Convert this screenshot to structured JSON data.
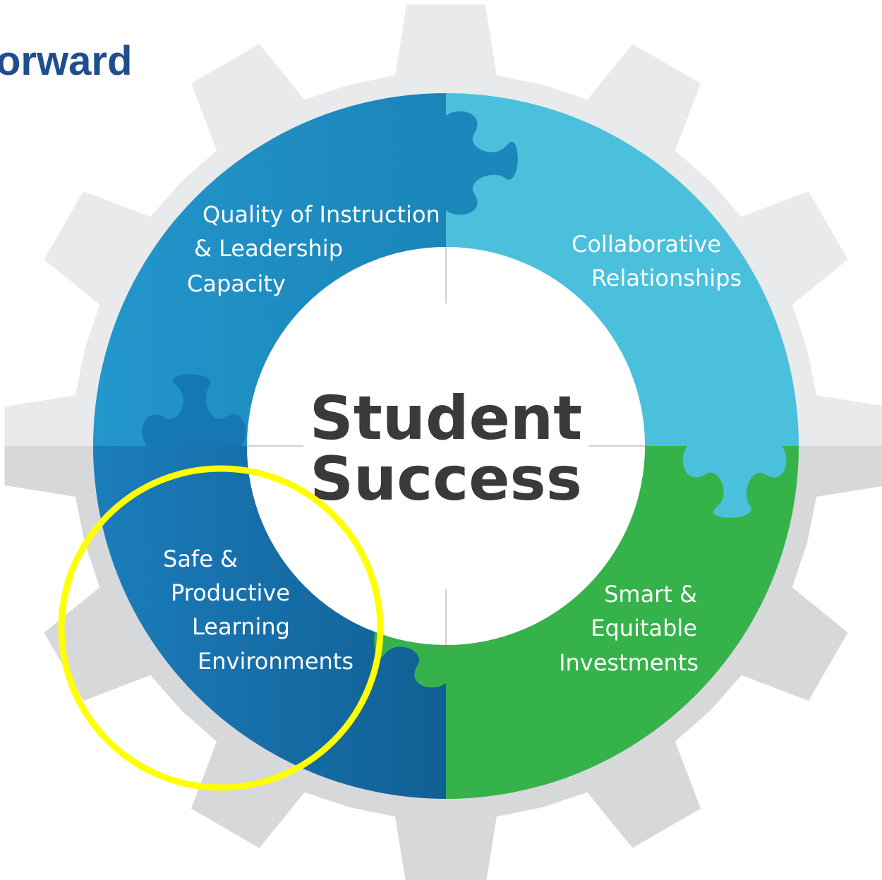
{
  "slide_title": "orward",
  "center": {
    "line1": "Student",
    "line2": "Success"
  },
  "segments": {
    "top_left": {
      "lines": [
        "Quality of Instruction",
        "& Leadership",
        "Capacity"
      ],
      "color": "#1f8fc3"
    },
    "top_right": {
      "lines": [
        "Collaborative",
        "Relationships"
      ],
      "color": "#4bc0dd"
    },
    "bottom_left": {
      "lines": [
        "Safe &",
        "Productive",
        "Learning",
        "Environments"
      ],
      "color": "#1572ad"
    },
    "bottom_right": {
      "lines": [
        "Smart &",
        "Equitable",
        "Investments"
      ],
      "color": "#35b34a"
    }
  },
  "colors": {
    "title": "#1f4e8c",
    "gear_light": "#e9eaeb",
    "gear_dark": "#d7d8da",
    "highlight": "#ffff00"
  }
}
